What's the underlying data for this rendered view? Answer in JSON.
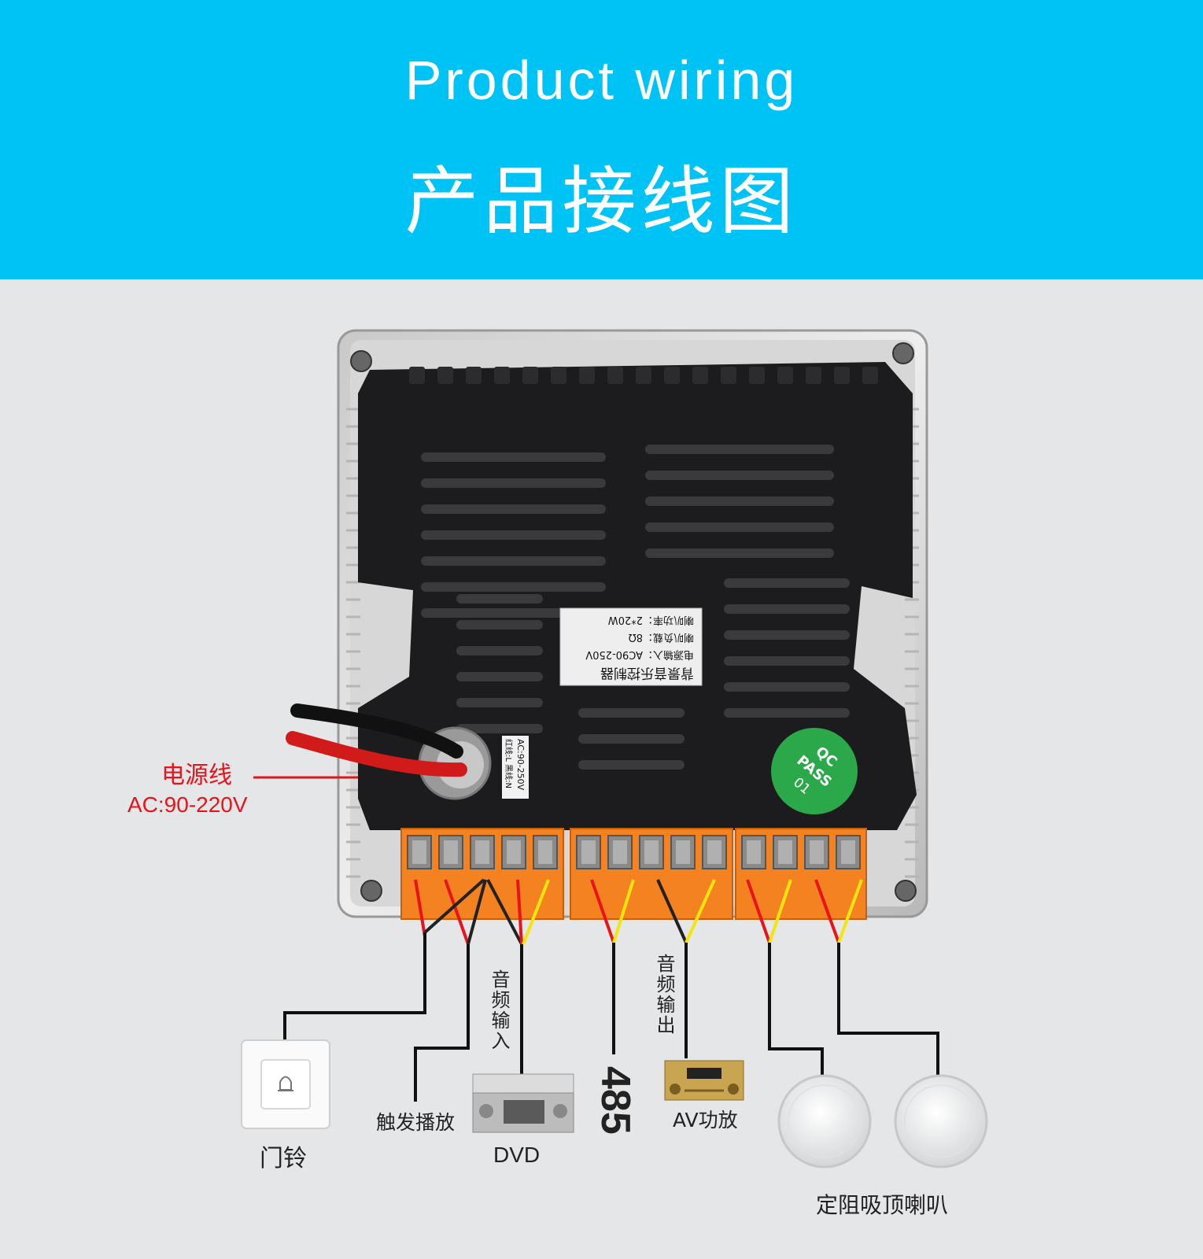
{
  "header": {
    "title_en": "Product wiring",
    "title_cn": "产品接线图"
  },
  "device": {
    "label_line1": "背景音乐控制器",
    "label_line2": "电源输入：AC90-250V",
    "label_line3": "喇叭负载：8Ω",
    "label_line4": "喇叭功率：2*20W",
    "cable_tag_line1": "AC:90-250V",
    "cable_tag_line2": "红线:L 黑线:N",
    "qc_line1": "QC",
    "qc_line2": "PASS",
    "qc_line3": "01"
  },
  "labels": {
    "power_cn": "电源线",
    "power_ac": "AC:90-220V",
    "doorbell": "门铃",
    "trigger": "触发播放",
    "audio_in": "音频输入",
    "dvd": "DVD",
    "rs485": "485",
    "audio_out": "音频输出",
    "amp": "AV功放",
    "speakers": "定阻吸顶喇叭"
  },
  "colors": {
    "banner": "#00c3f5",
    "background": "#e5e6e8",
    "terminal": "#f58220",
    "wire_red": "#e8141b",
    "wire_yellow": "#f5e50f",
    "qc_green": "#2aa84a"
  }
}
